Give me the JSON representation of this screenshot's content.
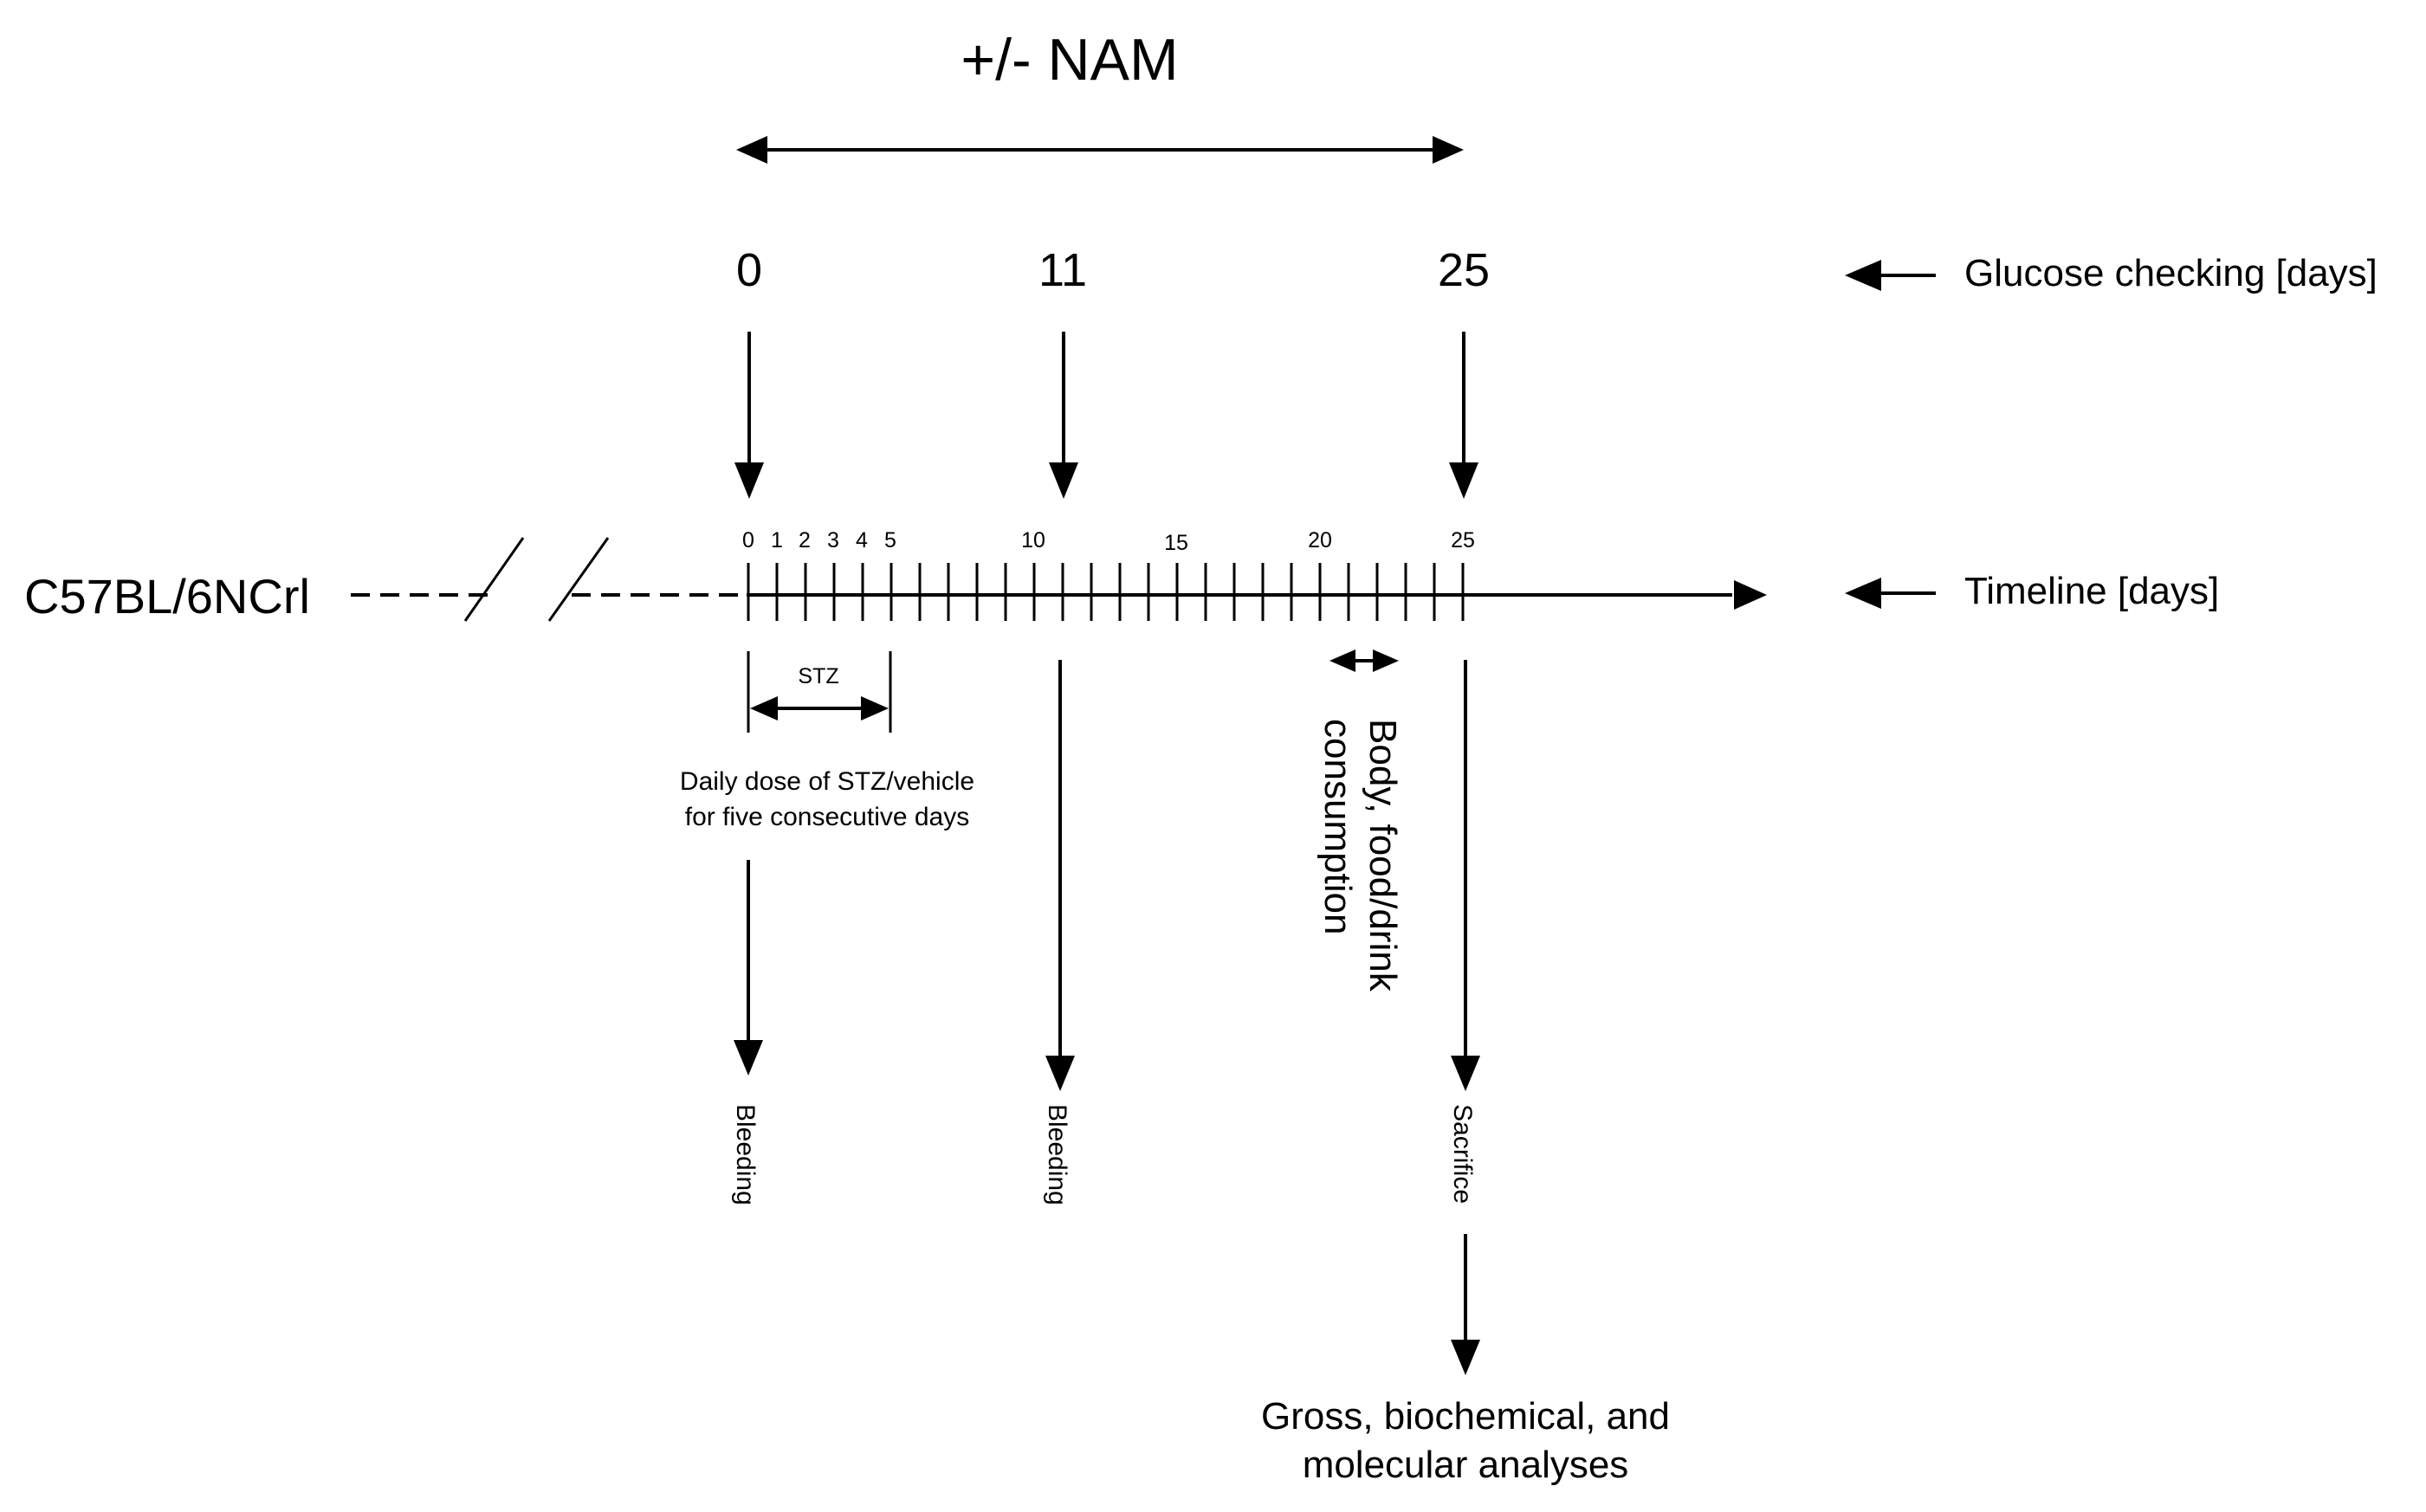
{
  "title": "+/- NAM",
  "glucose_days": [
    "0",
    "11",
    "25"
  ],
  "glucose_label": "Glucose checking [days]",
  "strain": "C57BL/6NCrl",
  "timeline_label": "Timeline [days]",
  "tick_labels": {
    "d0": "0",
    "d1": "1",
    "d2": "2",
    "d3": "3",
    "d4": "4",
    "d5": "5",
    "d10": "10",
    "d15": "15",
    "d20": "20",
    "d25": "25"
  },
  "stz": {
    "label": "STZ",
    "caption_line1": "Daily dose of STZ/vehicle",
    "caption_line2": "for five consecutive days"
  },
  "body_food": {
    "line1": "Body, food/drink",
    "line2": "consumption"
  },
  "events": {
    "bleeding_day0": "Bleeding",
    "bleeding_day11": "Bleeding",
    "sacrifice": "Sacrifice"
  },
  "analyses": {
    "line1": "Gross, biochemical, and",
    "line2": "molecular analyses"
  }
}
